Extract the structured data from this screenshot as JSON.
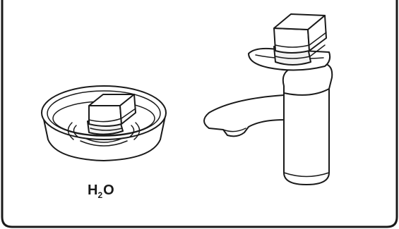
{
  "label": {
    "main_left": "H",
    "subscript": "2",
    "main_right": "O"
  }
}
